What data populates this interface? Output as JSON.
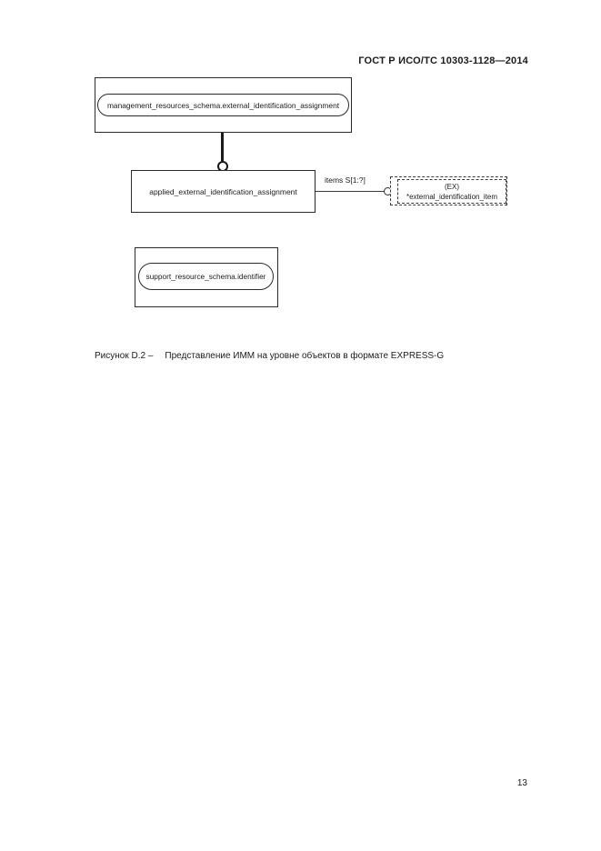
{
  "page": {
    "header": "ГОСТ Р ИСО/ТС 10303-1128—2014",
    "page_number": "13"
  },
  "figure": {
    "caption_label": "Рисунок D.2 –",
    "caption_text": "Представление ИММ на уровне объектов в формате EXPRESS-G"
  },
  "diagram": {
    "schema_ref_top": {
      "label": "management_resources_schema.external_identification_assignment"
    },
    "entity": {
      "label": "applied_external_identification_assignment"
    },
    "relation": {
      "label": "items S[1:?]"
    },
    "external_ref": {
      "line1": "(EX)",
      "line2": "*external_identification_item"
    },
    "schema_ref_bottom": {
      "label": "support_resource_schema.identifier"
    }
  },
  "colors": {
    "ink": "#1b1b1b",
    "paper": "#ffffff"
  }
}
